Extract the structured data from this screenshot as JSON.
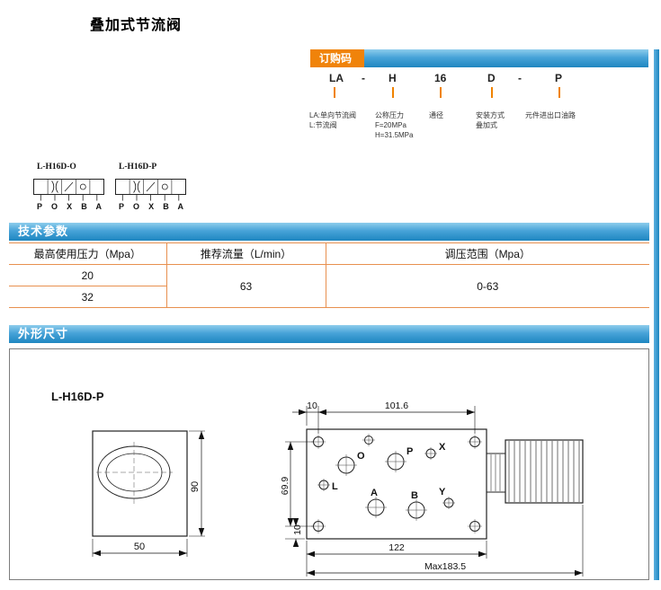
{
  "page": {
    "title": "叠加式节流阀"
  },
  "theme": {
    "accent_blue": "#2e8fc9",
    "accent_orange": "#f08300",
    "table_border": "#e8904f"
  },
  "order": {
    "header": "订购码",
    "code": [
      "LA",
      "-",
      "H",
      "16",
      "D",
      "-",
      "P"
    ],
    "notes": [
      "LA:单向节流阀\nL:节流阀",
      "公称压力\nF=20MPa\nH=31.5MPa",
      "通径",
      "安装方式\n叠加式",
      "元件进出口油路"
    ]
  },
  "symbols": {
    "left": {
      "label": "L-H16D-O",
      "ports": "P O X B A"
    },
    "right": {
      "label": "L-H16D-P",
      "ports": "P O X B A"
    }
  },
  "tech": {
    "header": "技术参数",
    "columns": {
      "pressure": "最高使用压力（Mpa）",
      "flow": "推荐流量（L/min）",
      "range": "调压范围（Mpa）"
    },
    "rows": {
      "pressure1": "20",
      "pressure2": "32",
      "flow": "63",
      "range": "0-63"
    }
  },
  "outline": {
    "header": "外形尺寸",
    "model": "L-H16D-P",
    "dims": {
      "hole_offset_top": "10",
      "hole_span": "101.6",
      "left_span": "69.9",
      "hole_offset_bottom": "10",
      "plate_width": "122",
      "max_width": "Max183.5",
      "block_height": "90",
      "block_width": "50"
    },
    "ports": [
      "O",
      "P",
      "X",
      "L",
      "A",
      "B",
      "Y"
    ]
  }
}
